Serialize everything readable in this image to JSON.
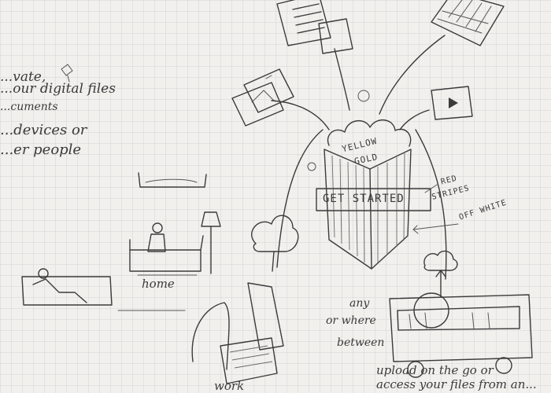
{
  "notes": {
    "left": [
      "...vate,",
      "...our digital files",
      "...cuments",
      "...devices or",
      "...er people"
    ]
  },
  "labels": {
    "yellow": "YELLOW",
    "gold": "GOLD",
    "button": "GET STARTED",
    "red": "RED",
    "stripes": "STRIPES",
    "offwhite": "OFF WHITE",
    "home": "home",
    "work": "work",
    "anywhere": [
      "any",
      "or where",
      "between"
    ],
    "upload": [
      "upload on the go or",
      "access your files from an..."
    ]
  },
  "colors": {
    "paper": "#f1f0ec",
    "grid": "#c9ccd2",
    "pencil": "#3b3b3b"
  }
}
